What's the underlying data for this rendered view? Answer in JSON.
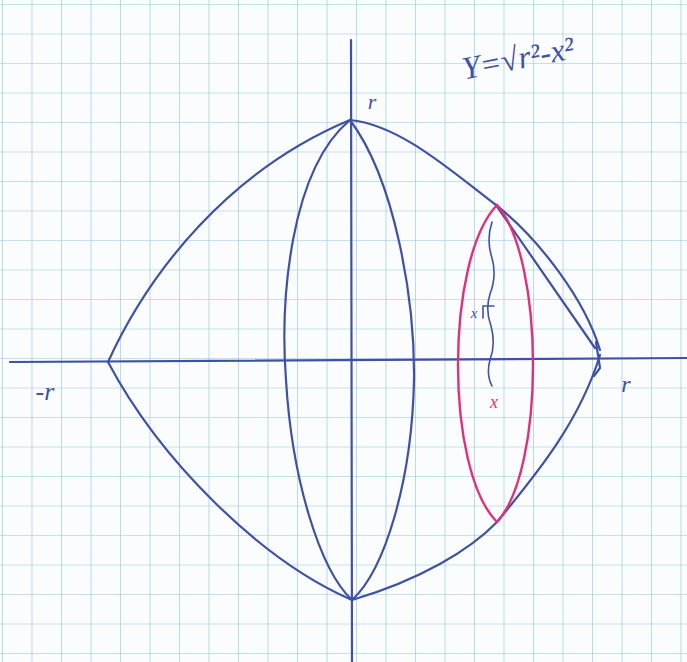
{
  "diagram": {
    "labels": [
      "r",
      "Y=√r²-x²",
      "-r",
      "r",
      "x",
      "x"
    ]
  }
}
